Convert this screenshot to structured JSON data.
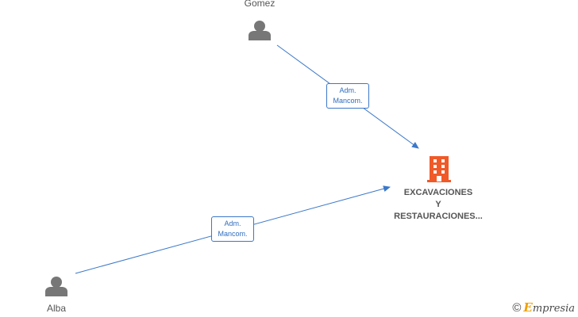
{
  "colors": {
    "edge": "#3b78c9",
    "person": "#777777",
    "company": "#f05a28",
    "brand_accent": "#f0a000"
  },
  "nodes": {
    "person_top": {
      "name": "Gomez",
      "icon": "person-icon"
    },
    "person_bottom": {
      "name": "Alba",
      "icon": "person-icon"
    },
    "company": {
      "name_lines": [
        "EXCAVACIONES",
        "Y",
        "RESTAURACIONES..."
      ],
      "icon": "building-icon"
    }
  },
  "edges": [
    {
      "label_lines": [
        "Adm.",
        "Mancom."
      ]
    },
    {
      "label_lines": [
        "Adm.",
        "Mancom."
      ]
    }
  ],
  "brand": {
    "symbol": "©",
    "initial": "E",
    "rest": "mpresia"
  }
}
